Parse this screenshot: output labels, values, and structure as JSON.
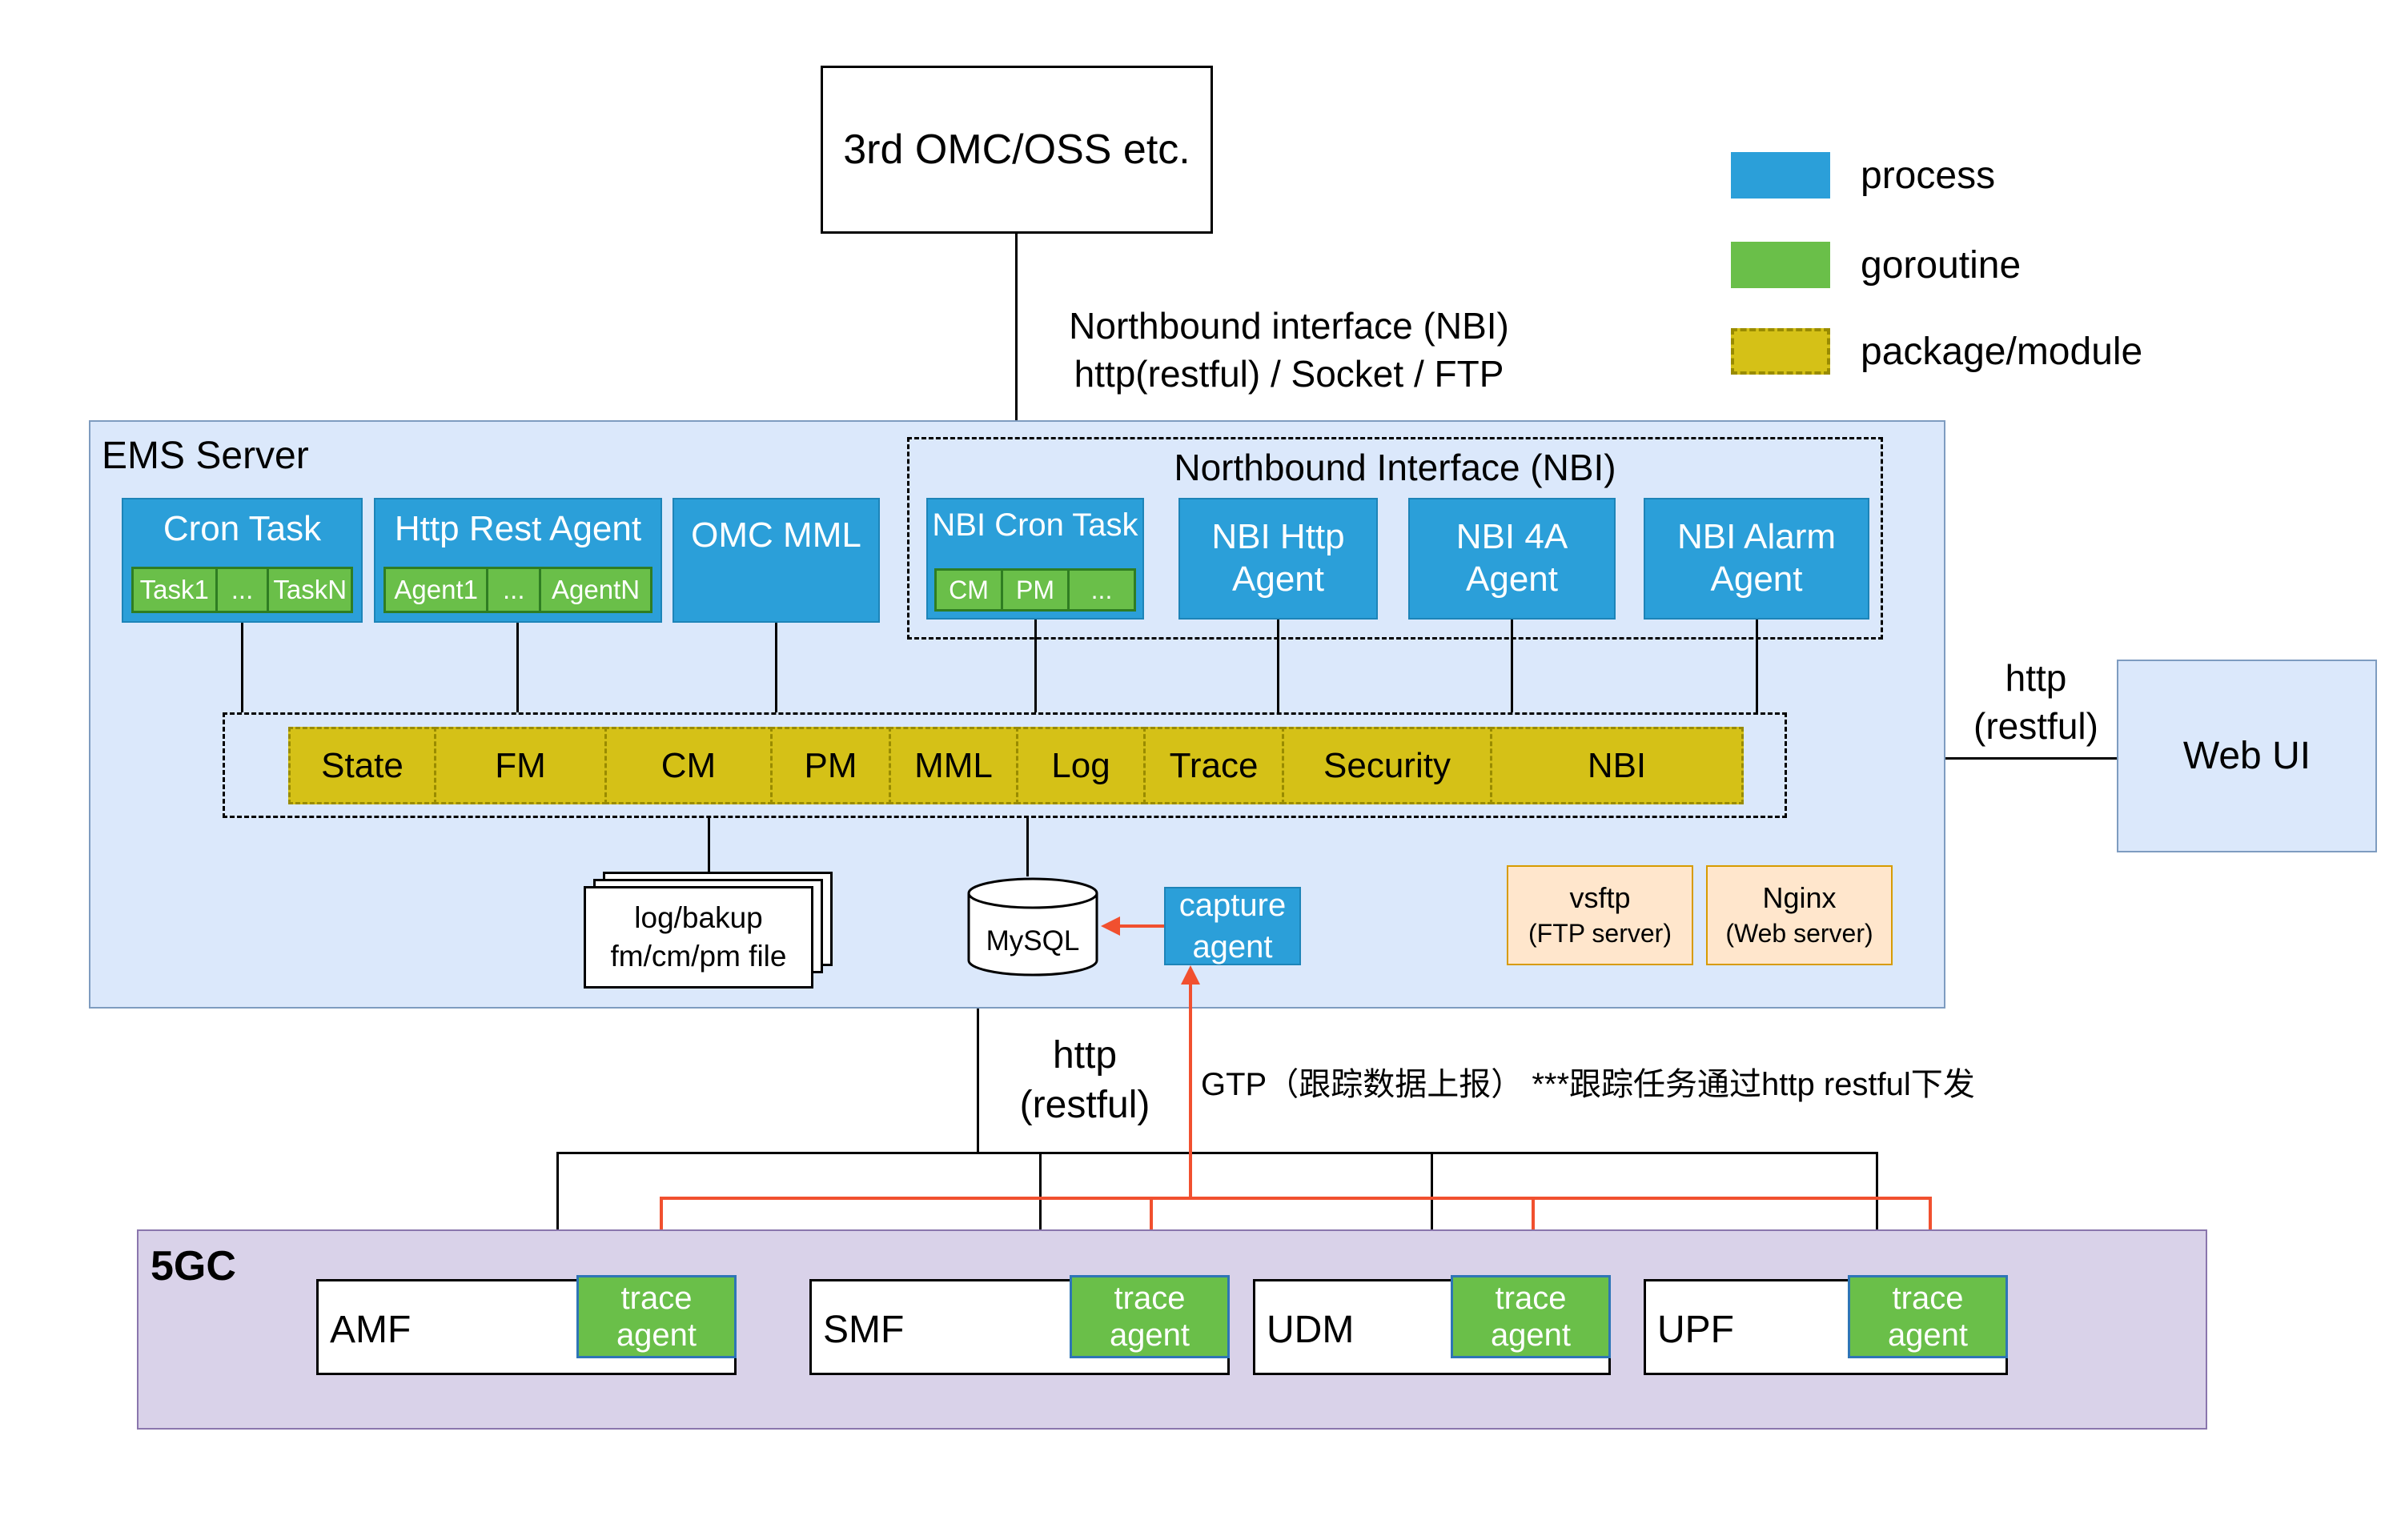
{
  "colors": {
    "process_blue": "#2b9fd9",
    "goroutine_green": "#6abf49",
    "module_yellow": "#d5c117",
    "ems_background": "#dbe8fb",
    "core_background": "#d9d2e9",
    "server_box_orange": "#ffe6cc",
    "trace_arrow_orange": "#f1502f"
  },
  "top_box": {
    "label": "3rd OMC/OSS etc."
  },
  "legend": {
    "process": "process",
    "goroutine": "goroutine",
    "package": "package/module"
  },
  "nbi_link": {
    "line1": "Northbound interface (NBI)",
    "line2": "http(restful) / Socket / FTP"
  },
  "ems": {
    "title": "EMS Server",
    "cron_task": {
      "title": "Cron Task",
      "subs": [
        "Task1",
        "...",
        "TaskN"
      ]
    },
    "http_rest_agent": {
      "title": "Http Rest Agent",
      "subs": [
        "Agent1",
        "...",
        "AgentN"
      ]
    },
    "omc_mml": {
      "title": "OMC MML"
    },
    "nbi": {
      "title": "Northbound Interface (NBI)",
      "cron_task": {
        "title": "NBI Cron Task",
        "subs": [
          "CM",
          "PM",
          "..."
        ]
      },
      "http_agent": "NBI Http Agent",
      "four_a_agent": "NBI 4A Agent",
      "alarm_agent": "NBI Alarm Agent"
    },
    "modules": [
      "State",
      "FM",
      "CM",
      "PM",
      "MML",
      "Log",
      "Trace",
      "Security",
      "NBI"
    ],
    "files": {
      "line1": "log/bakup",
      "line2": "fm/cm/pm file"
    },
    "mysql": "MySQL",
    "capture_agent": {
      "line1": "capture",
      "line2": "agent"
    },
    "vsftp": {
      "line1": "vsftp",
      "line2": "(FTP server)"
    },
    "nginx": {
      "line1": "Nginx",
      "line2": "(Web server)"
    }
  },
  "web_ui": {
    "label": "Web UI",
    "link": {
      "line1": "http",
      "line2": "(restful)"
    }
  },
  "south_link": {
    "http": {
      "line1": "http",
      "line2": "(restful)"
    },
    "gtp": "GTP（跟踪数据上报） ***跟踪任务通过http restful下发"
  },
  "core": {
    "title": "5GC",
    "nfs": [
      "AMF",
      "SMF",
      "UDM",
      "UPF"
    ],
    "trace_agent": {
      "line1": "trace",
      "line2": "agent"
    }
  }
}
